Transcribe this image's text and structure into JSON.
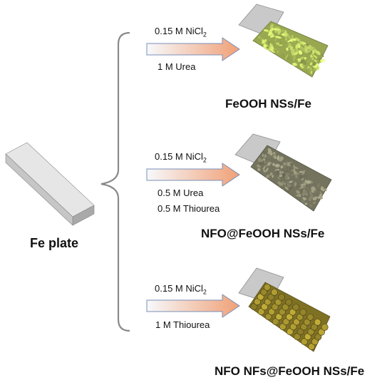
{
  "source": {
    "label": "Fe plate"
  },
  "branches": [
    {
      "reagent_1_main": "0.15 M NiCl",
      "reagent_1_sub": "2",
      "reagent_2": "1 M Urea",
      "reagent_3": "",
      "product": "FeOOH NSs/Fe",
      "texture": "leafy",
      "color": "#b9cc62"
    },
    {
      "reagent_1_main": "0.15 M NiCl",
      "reagent_1_sub": "2",
      "reagent_2": "0.5 M Urea",
      "reagent_3": "0.5 M Thiourea",
      "product": "NFO@FeOOH NSs/Fe",
      "texture": "grainy",
      "color": "#8d8c73"
    },
    {
      "reagent_1_main": "0.15 M NiCl",
      "reagent_1_sub": "2",
      "reagent_2": "1 M Thiourea",
      "reagent_3": "",
      "product": "NFO NFs@FeOOH NSs/Fe",
      "texture": "dotted",
      "color": "#9b8a2c"
    }
  ],
  "colors": {
    "plate_top": "#e6e6e6",
    "plate_side": "#a9a9a9",
    "plate_front": "#c6c6c6",
    "bracket": "#8a8a8a",
    "arrow_start": "#f7f9fc",
    "arrow_end": "#f0a076",
    "arrow_stroke": "#7a8fb8"
  }
}
